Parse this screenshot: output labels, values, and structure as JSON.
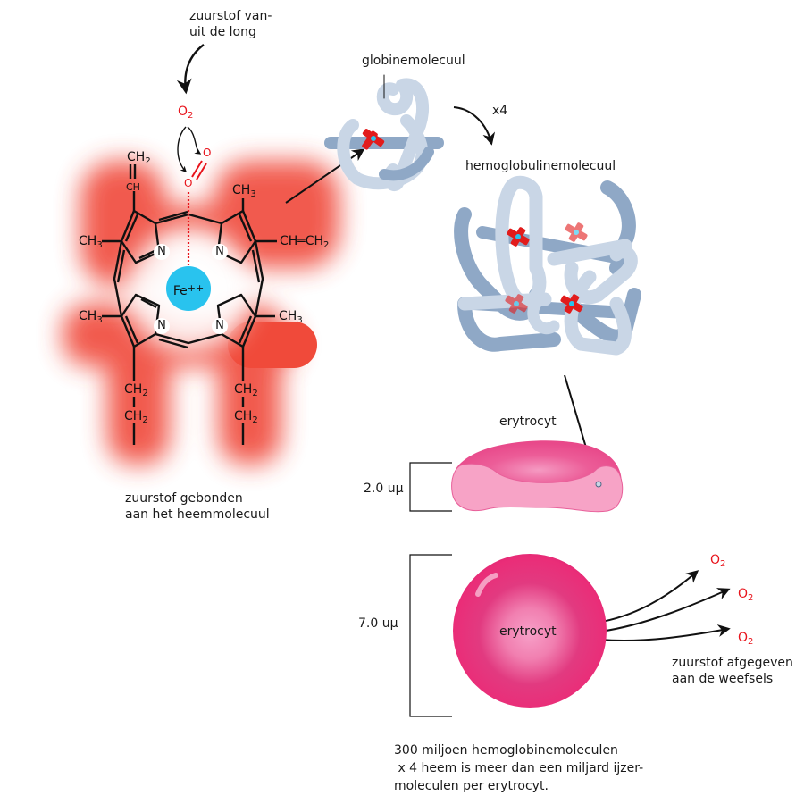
{
  "diagram": {
    "type": "heme-oxygen-transport",
    "colors": {
      "oxygen_red": "#e8141c",
      "heme_glow": "#f04a3a",
      "iron_blue": "#29c3ee",
      "globin_light": "#c9d6e6",
      "globin_dark": "#8fa8c6",
      "erythrocyte_pink": "#ea2a79",
      "erythrocyte_light": "#f7a3c6"
    },
    "labels": {
      "oxygen_from_lung_line1": "zuurstof van-",
      "oxygen_from_lung_line2": "uit de long",
      "globin_molecule": "globinemolecuul",
      "multiplier": "x4",
      "hemoglobin_molecule": "hemoglobulinemolecuul",
      "bound_oxygen_line1": "zuurstof gebonden",
      "bound_oxygen_line2": "aan het heemmolecuul",
      "erythrocyte_side": "erytrocyt",
      "erythrocyte_front": "erytrocyt",
      "thickness": "2.0 uμ",
      "diameter": "7.0 uμ",
      "released_line1": "zuurstof afgegeven",
      "released_line2": "aan de weefsels",
      "summary_line1": "300 miljoen hemoglobinemoleculen",
      "summary_line2": " x 4 heem is meer dan een miljard ijzer-",
      "summary_line3": "moleculen per erytrocyt."
    },
    "chemistry": {
      "o2_main": "O",
      "o2_sub": "2",
      "oxygen_atom": "O",
      "iron": "Fe",
      "iron_charge": "++",
      "nitrogen": "N",
      "vinyl_top_ch2": "CH",
      "vinyl_top_ch2_sub": "2",
      "vinyl_top_ch": "CH",
      "methyl": "CH",
      "methyl_sub": "3",
      "vinyl_right": "CH═CH",
      "vinyl_right_sub": "2",
      "propionate_ch2": "CH",
      "propionate_ch2_sub": "2"
    },
    "released_o2": [
      {
        "label": "O",
        "sub": "2"
      },
      {
        "label": "O",
        "sub": "2"
      },
      {
        "label": "O",
        "sub": "2"
      }
    ]
  }
}
